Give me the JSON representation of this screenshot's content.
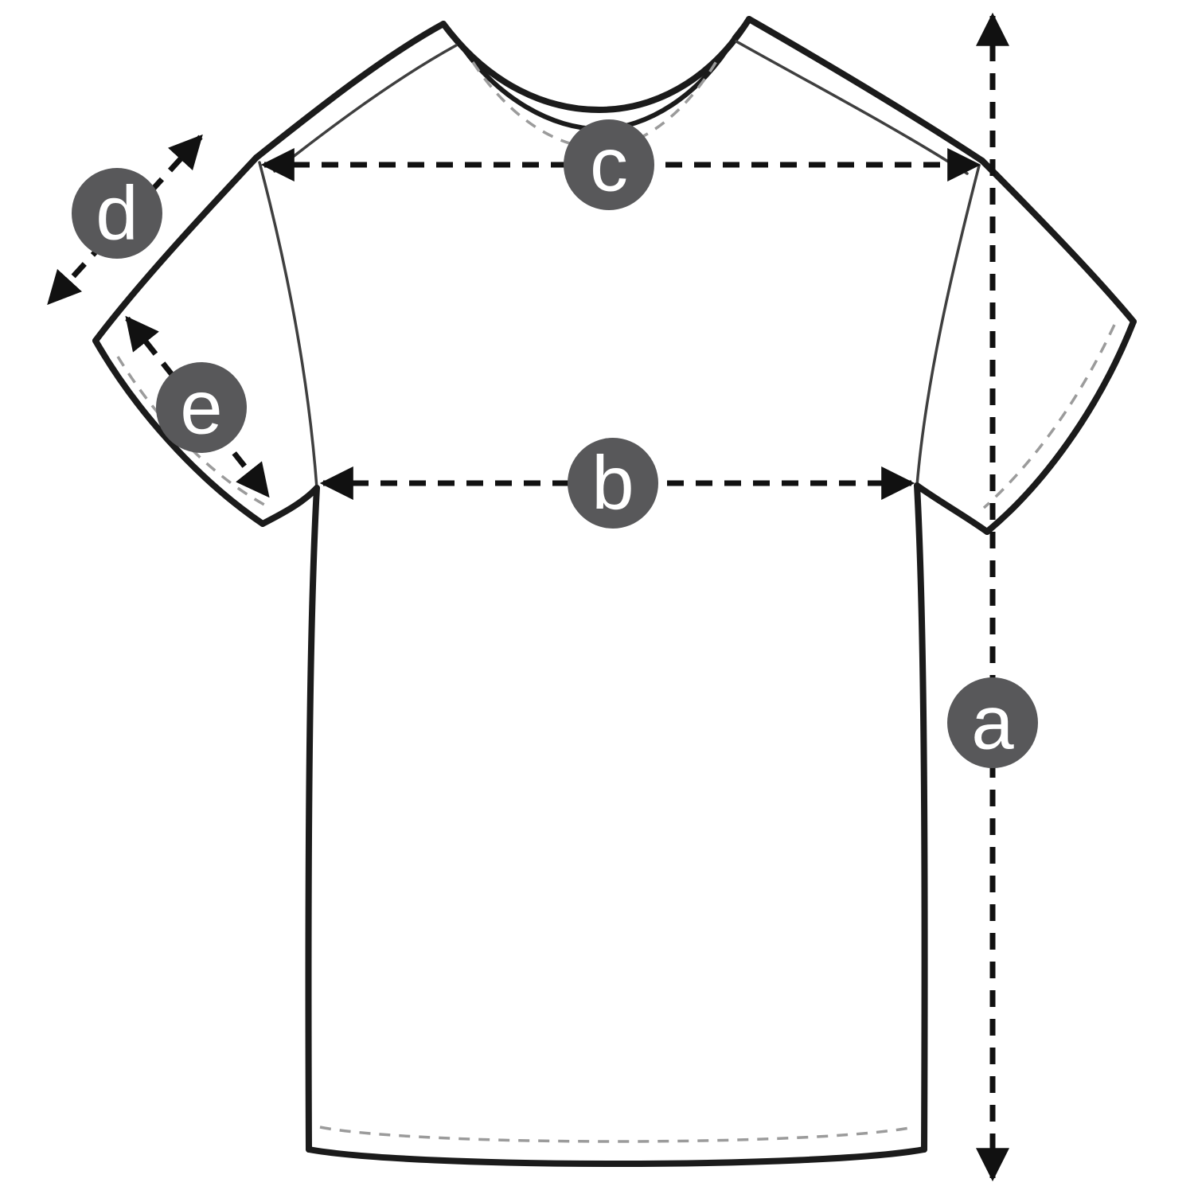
{
  "diagram": {
    "subject": "t-shirt measurement diagram",
    "markers": [
      {
        "label": "a"
      },
      {
        "label": "b"
      },
      {
        "label": "c"
      },
      {
        "label": "d"
      },
      {
        "label": "e"
      }
    ]
  },
  "colors": {
    "background": "#ffffff",
    "outline": "#1b1b1b",
    "seam": "#3f3f3f",
    "stitch": "#9b9b9b",
    "arrow": "#111111",
    "marker_bg": "#58585a",
    "marker_text": "#ffffff"
  }
}
